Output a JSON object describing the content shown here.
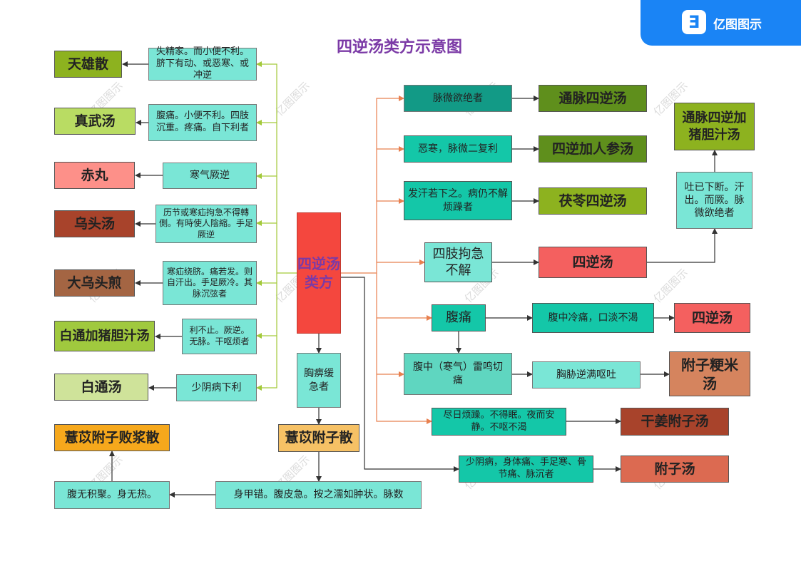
{
  "brand": {
    "name": "亿图图示",
    "logo_glyph": "Ǝ"
  },
  "watermark": "亿图图示",
  "title": "四逆汤类方示意图",
  "center": "四逆汤类方",
  "colors": {
    "title": "#7b3aa6",
    "center_bg": "#f4473e",
    "center_text": "#7b3aa6",
    "edge_left": "#a3c93a",
    "edge_right": "#e8804f",
    "edge_dark": "#333333",
    "condition_light": "#7ae6d6",
    "condition_mid": "#14c7a8",
    "condition_dark": "#129a86"
  },
  "left_branch": [
    {
      "formula": "天雄散",
      "condition": "失精家。而小便不利。脐下有动、或恶寒、或冲逆",
      "formula_color": "#8db21f"
    },
    {
      "formula": "真武汤",
      "condition": "腹痛。小便不利。四肢沉重。疼痛。自下利者",
      "formula_color": "#b9dc63"
    },
    {
      "formula": "赤丸",
      "condition": "寒气厥逆",
      "formula_color": "#fd9089"
    },
    {
      "formula": "乌头汤",
      "condition": "历节或寒疝拘急不得轉側。有時使人陰縮。手足厥逆",
      "formula_color": "#a8432b"
    },
    {
      "formula": "大乌头煎",
      "condition": "寒疝绕脐。痛若发。则自汗出。手足厥冷。其脉沉弦者",
      "formula_color": "#a46543"
    },
    {
      "formula": "白通加猪胆汁汤",
      "condition": "利不止。厥逆。无脉。干呕烦者",
      "formula_color": "#a0c93e"
    },
    {
      "formula": "白通汤",
      "condition": "少阴病下利",
      "formula_color": "#cfe39a"
    }
  ],
  "down_branch": {
    "condition": "胸痹缓急者",
    "formula": "薏苡附子散",
    "formula_color": "#f6c165",
    "next_condition": "身甲错。腹皮急。按之濡如肿状。脉数",
    "next_condition2": "腹无积聚。身无热。",
    "final_formula": "薏苡附子败浆散",
    "final_formula_color": "#f6a81c"
  },
  "right_branch": {
    "r1": {
      "condition": "脉微欲绝者",
      "formula": "通脉四逆汤",
      "formula_color": "#5f8f1c"
    },
    "r2": {
      "condition": "恶寒，脉微二复利",
      "formula": "四逆加人参汤",
      "formula_color": "#5f8f1c"
    },
    "r3": {
      "condition": "发汗若下之。病仍不解烦躁者",
      "formula": "茯苓四逆汤",
      "formula_color": "#8db21f"
    },
    "r4": {
      "condition": "四肢拘急不解",
      "formula": "四逆汤",
      "formula_color": "#f4605f"
    },
    "r4_next": {
      "condition": "吐已下断。汗出。而厥。脉微欲绝者",
      "formula": "通脉四逆加猪胆汁汤",
      "formula_color": "#8db21f"
    },
    "r5": {
      "condition": "腹痛",
      "sub_condition": "腹中冷痛，口淡不渴",
      "formula": "四逆汤",
      "formula_color": "#f4605f"
    },
    "r6": {
      "condition": "腹中（寒气）雷鸣切痛",
      "sub_condition": "胸胁逆满呕吐",
      "formula": "附子粳米汤",
      "formula_color": "#d5845e"
    },
    "r7": {
      "condition": "尽日烦躁。不得眠。夜而安静。不呕不渴",
      "formula": "干姜附子汤",
      "formula_color": "#a8432b"
    },
    "r8": {
      "condition": "少阴病，身体痛、手足寒、骨节痛、脉沉者",
      "formula": "附子汤",
      "formula_color": "#dc6a51"
    }
  }
}
